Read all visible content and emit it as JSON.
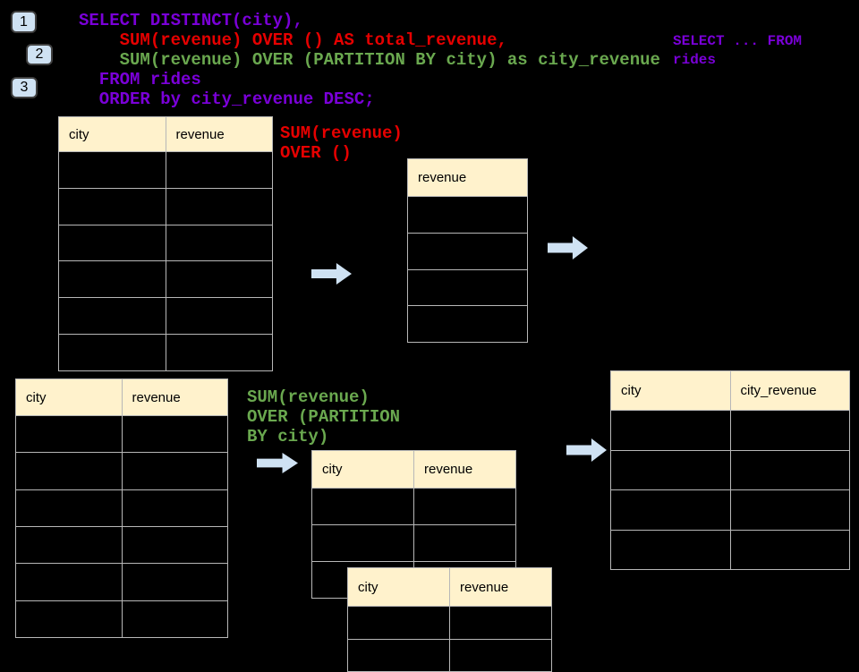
{
  "slide": {
    "step_badges": [
      "1",
      "2",
      "3"
    ],
    "sql_code": {
      "lines": [
        {
          "text": "SELECT DISTINCT(city),",
          "color": "#7a00d8"
        },
        {
          "text": "    SUM(revenue) OVER () AS total_revenue,",
          "color": "#e60000"
        },
        {
          "text": "    SUM(revenue) OVER (PARTITION BY city) as city_revenue",
          "color": "#6aa84f"
        },
        {
          "text": "  FROM rides",
          "color": "#7a00d8"
        },
        {
          "text": "  ORDER by city_revenue DESC;",
          "color": "#7a00d8"
        }
      ]
    },
    "side_note": {
      "text": "SELECT ... FROM\nrides",
      "color": "#7a00d8"
    },
    "annotation_total": {
      "text": "SUM(revenue)\nOVER ()",
      "color": "#e60000"
    },
    "annotation_partition": {
      "text": "SUM(revenue)\nOVER (PARTITION\nBY city)",
      "color": "#6aa84f"
    }
  },
  "tables": {
    "rides_top": {
      "headers": [
        "city",
        "revenue"
      ],
      "rows": 6
    },
    "total_revenue_result": {
      "headers": [
        "revenue"
      ],
      "rows": 4
    },
    "rides_bottom": {
      "headers": [
        "city",
        "revenue"
      ],
      "rows": 6
    },
    "partition_step": {
      "headers": [
        "city",
        "revenue"
      ],
      "rows": 3
    },
    "partition_step_front": {
      "headers": [
        "city",
        "revenue"
      ],
      "rows": 2
    },
    "city_revenue_result": {
      "headers": [
        "city",
        "city_revenue"
      ],
      "rows": 4
    }
  },
  "colors": {
    "background": "#000000",
    "table_header_bg": "#fff2cc",
    "table_border": "#b7b7b7",
    "arrow_fill": "#cfe2f3",
    "badge_bg": "#cfe2f3",
    "code_purple": "#7a00d8",
    "code_red": "#e60000",
    "code_green": "#6aa84f"
  }
}
